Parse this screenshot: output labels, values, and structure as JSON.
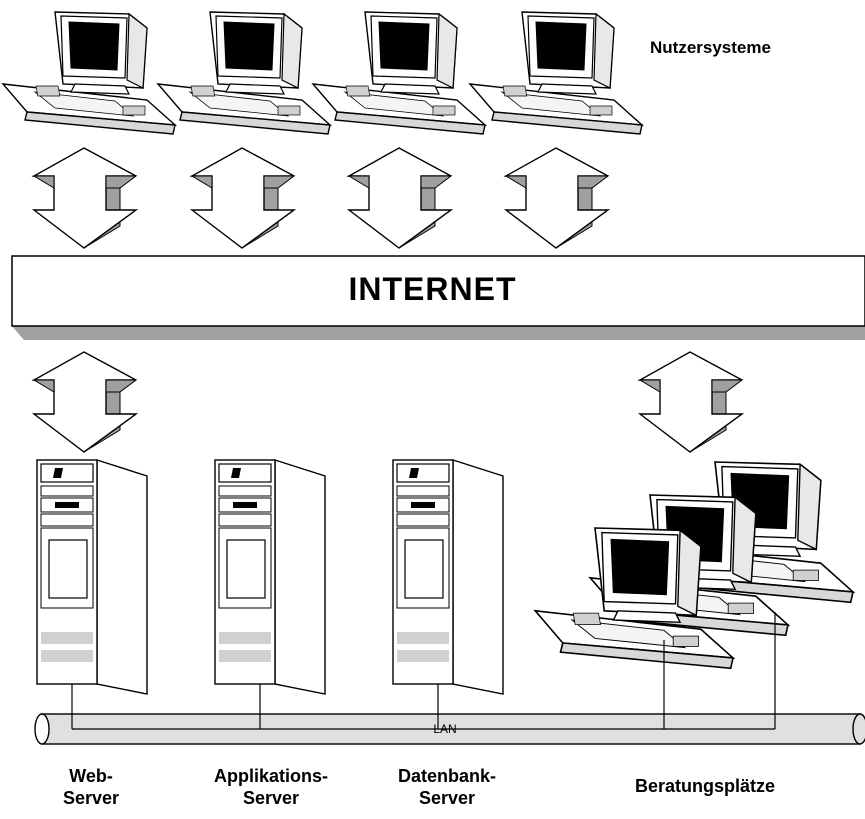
{
  "labels": {
    "user_systems": "Nutzersysteme",
    "internet": "INTERNET",
    "lan": "LAN",
    "web_server": [
      "Web-",
      "Server"
    ],
    "app_server": [
      "Applikations-",
      "Server"
    ],
    "db_server": [
      "Datenbank-",
      "Server"
    ],
    "advisory_desks": "Beratungsplätze"
  },
  "colors": {
    "shadow": "#a0a0a0",
    "panel": "#f2f2f2",
    "screen": "#000000",
    "outline": "#000000"
  }
}
